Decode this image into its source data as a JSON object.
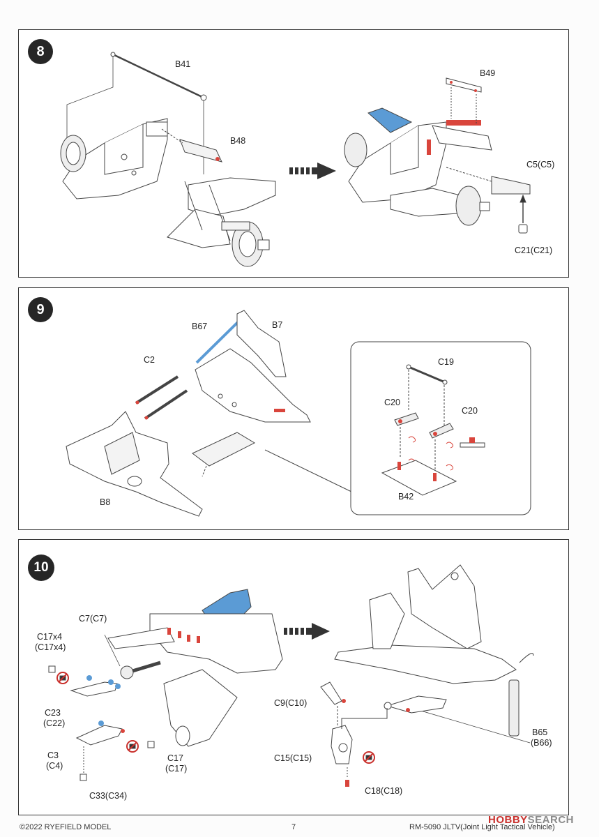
{
  "steps": {
    "step8": {
      "number": "8",
      "labels": {
        "B41": "B41",
        "B48": "B48",
        "B49": "B49",
        "C5": "C5(C5)",
        "C21": "C21(C21)"
      }
    },
    "step9": {
      "number": "9",
      "labels": {
        "B67": "B67",
        "B7": "B7",
        "C2": "C2",
        "B8": "B8",
        "C19": "C19",
        "C20a": "C20",
        "C20b": "C20",
        "B42": "B42"
      }
    },
    "step10": {
      "number": "10",
      "labels": {
        "C7": "C7(C7)",
        "C17x4_1": "C17x4",
        "C17x4_2": "(C17x4)",
        "C23_1": "C23",
        "C23_2": "(C22)",
        "C3_1": "C3",
        "C3_2": "(C4)",
        "C17_1": "C17",
        "C17_2": "(C17)",
        "C33": "C33(C34)",
        "C9": "C9(C10)",
        "C15": "C15(C15)",
        "C18": "C18(C18)",
        "B65_1": "B65",
        "B65_2": "(B66)"
      }
    }
  },
  "footer": {
    "copyright": "©2022 RYEFIELD MODEL",
    "page_number": "7",
    "product": "RM-5090 JLTV(Joint Light Tactical Vehicle)"
  },
  "watermark": {
    "brand_a": "HOBBY",
    "brand_b": "SEARCH"
  },
  "colors": {
    "highlight_blue": "#5b9bd5",
    "highlight_red": "#d9453c",
    "step_badge": "#262626",
    "no_glue_icon": "#c9302c"
  }
}
